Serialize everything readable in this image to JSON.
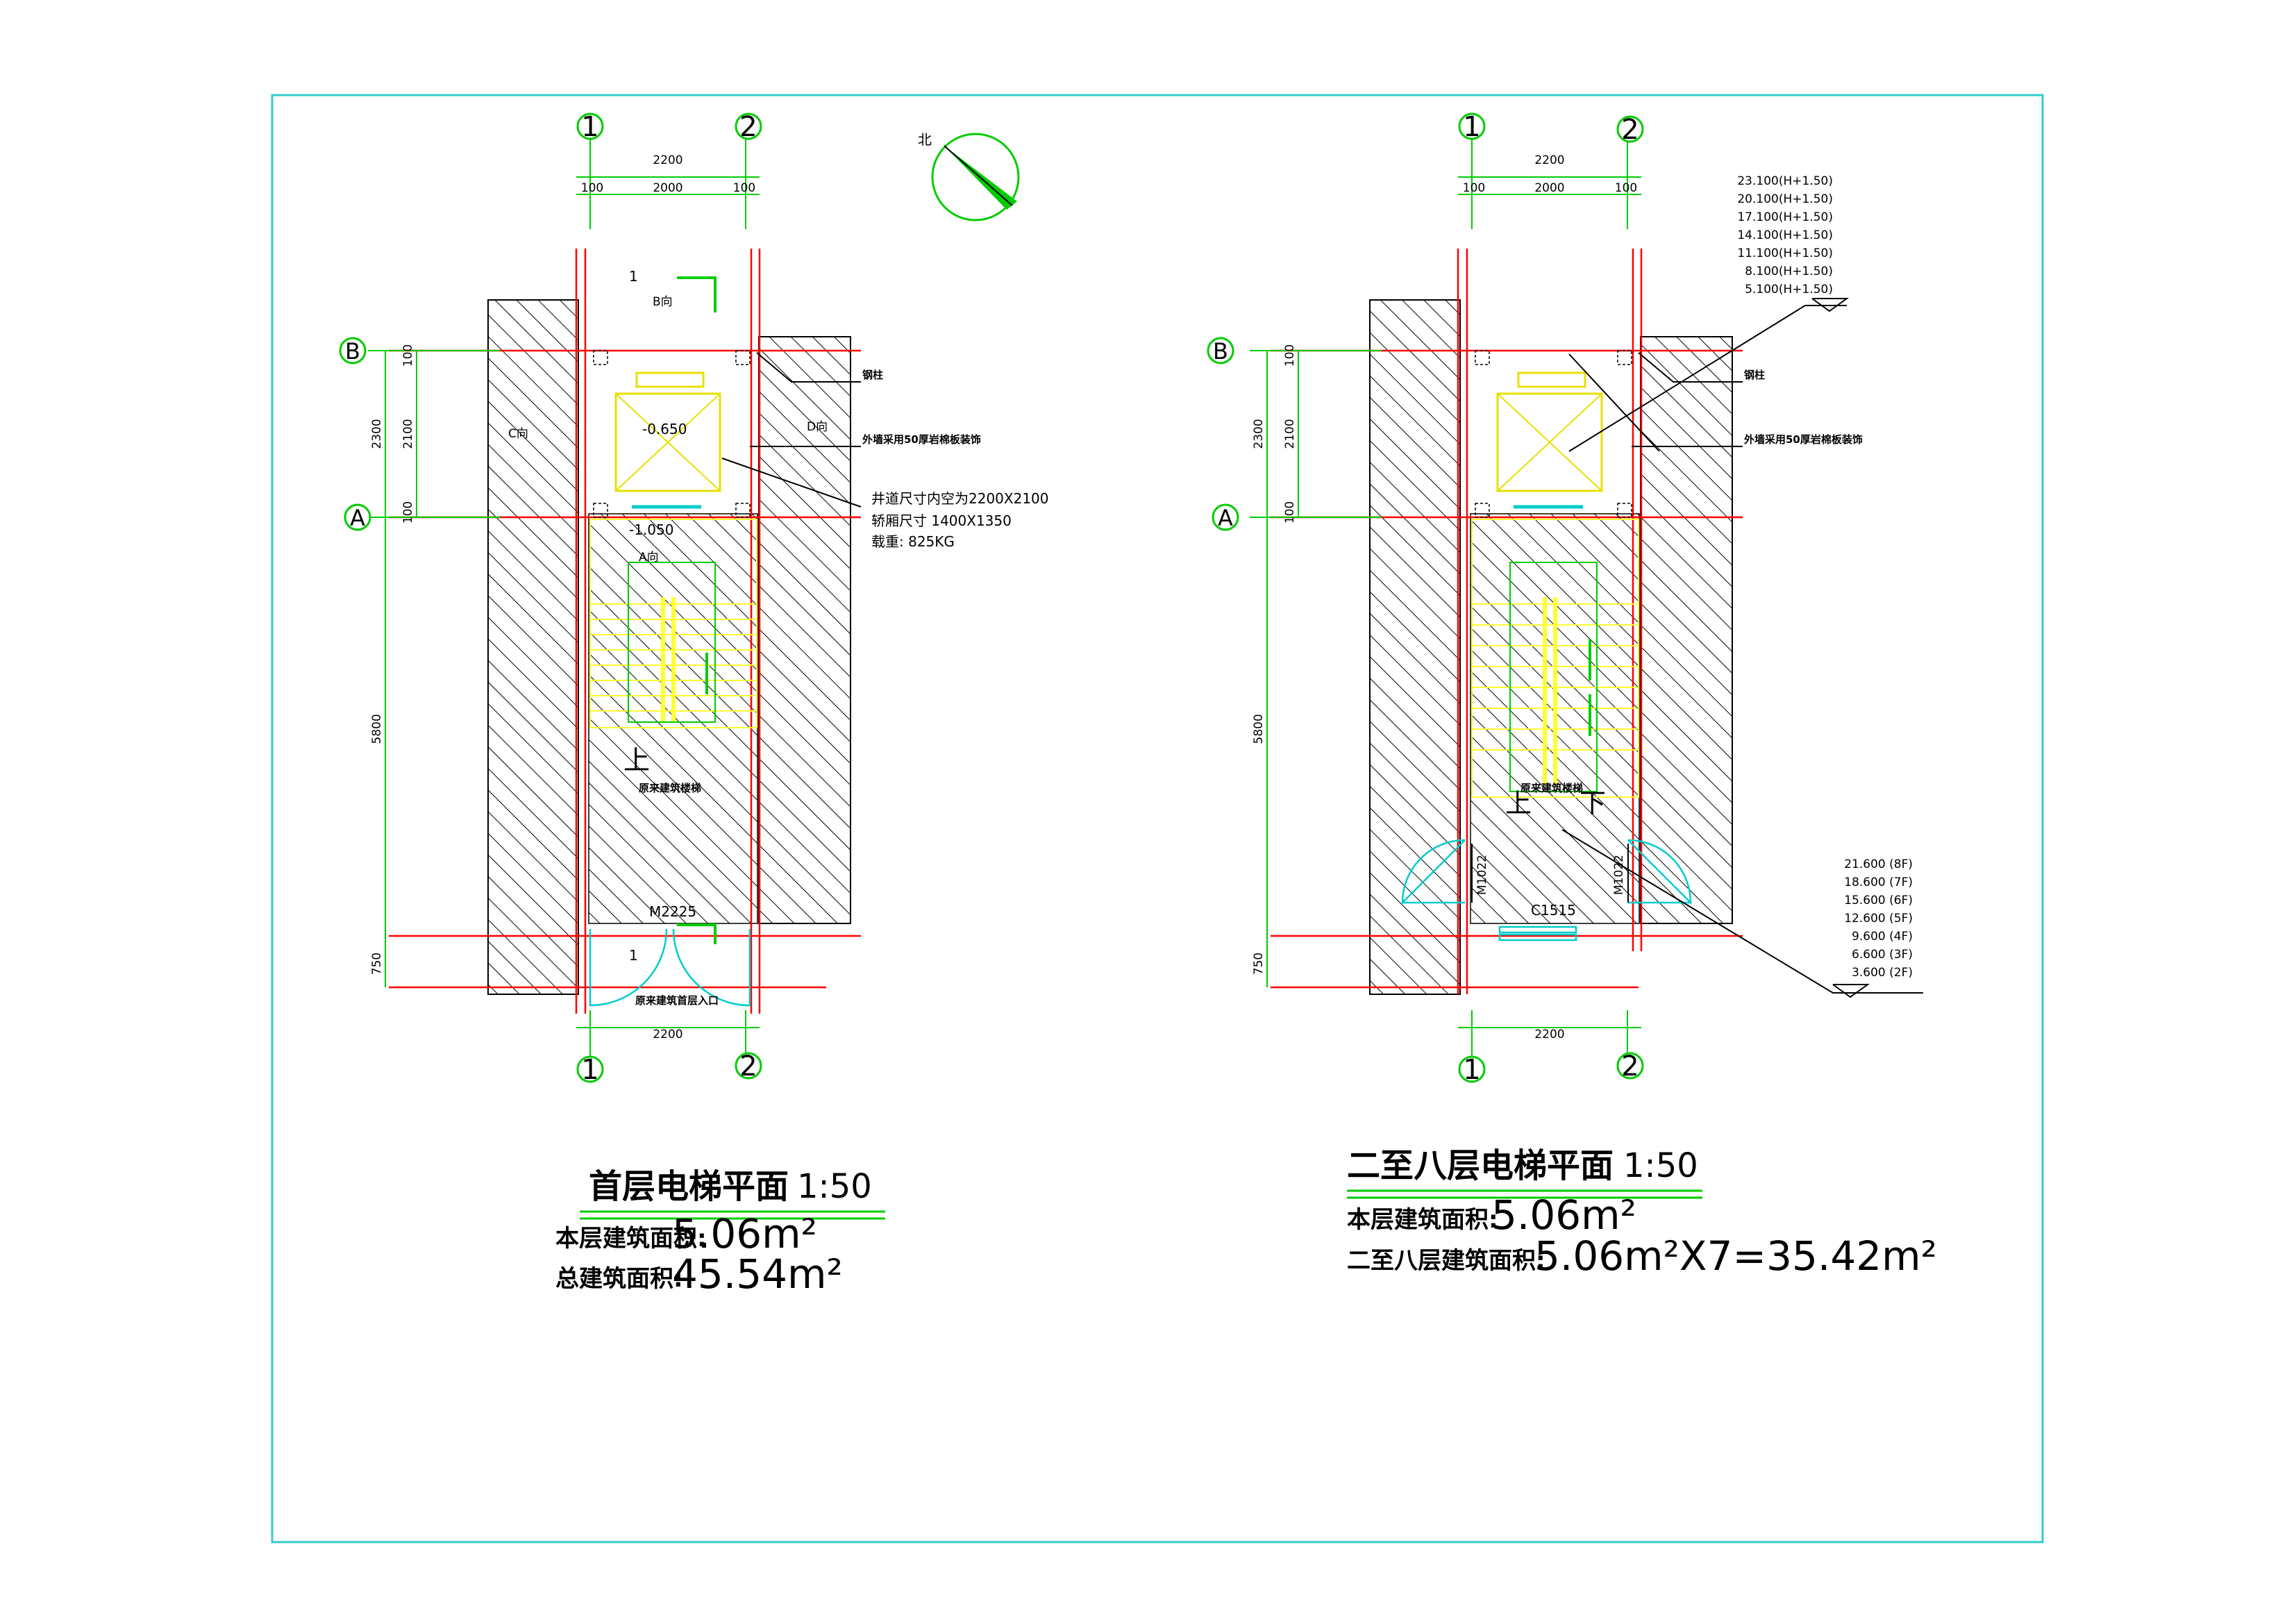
{
  "north": {
    "label": "北"
  },
  "left": {
    "axis_top": [
      "1",
      "2"
    ],
    "axis_bottom": [
      "1",
      "2"
    ],
    "axis_side": [
      "B",
      "A"
    ],
    "dim_top_total": "2200",
    "dim_top_parts": [
      "100",
      "2000",
      "100"
    ],
    "dim_bottom": "2200",
    "dim_side": [
      "2300",
      "2100",
      "100",
      "100",
      "5800",
      "750"
    ],
    "section_top": "1",
    "section_bottom": "1",
    "view_b": "B向",
    "view_c": "C向",
    "view_d": "D向",
    "view_a": "A向",
    "elev_pit": "-0.650",
    "elev_landing": "-1.050",
    "label_column": "钢柱",
    "label_wall": "外墙采用50厚岩棉板装饰",
    "shaft_note_1": "井道尺寸内空为2200X2100",
    "shaft_note_2": "轿厢尺寸 1400X1350",
    "shaft_note_3": "载重: 825KG",
    "stair_up": "上",
    "stair_label": "原来建筑楼梯",
    "door_code": "M2225",
    "entrance_label": "原来建筑首层入口",
    "title": "首层电梯平面",
    "scale": "1:50",
    "area1_label": "本层建筑面积:",
    "area1_value": "5.06m²",
    "area2_label": "总建筑面积:",
    "area2_value": "45.54m²"
  },
  "right": {
    "axis_top": [
      "1",
      "2"
    ],
    "axis_bottom": [
      "1",
      "2"
    ],
    "axis_side": [
      "B",
      "A"
    ],
    "dim_top_total": "2200",
    "dim_top_parts": [
      "100",
      "2000",
      "100"
    ],
    "dim_bottom": "2200",
    "dim_side": [
      "2300",
      "2100",
      "100",
      "100",
      "5800",
      "750"
    ],
    "elevations_top": [
      "23.100(H+1.50)",
      "20.100(H+1.50)",
      "17.100(H+1.50)",
      "14.100(H+1.50)",
      "11.100(H+1.50)",
      "8.100(H+1.50)",
      "5.100(H+1.50)"
    ],
    "elevations_floor": [
      "21.600 (8F)",
      "18.600 (7F)",
      "15.600 (6F)",
      "12.600 (5F)",
      "9.600 (4F)",
      "6.600 (3F)",
      "3.600 (2F)"
    ],
    "label_column": "钢柱",
    "label_wall": "外墙采用50厚岩棉板装饰",
    "stair_up": "上",
    "stair_down": "下",
    "stair_label": "原来建筑楼梯",
    "door_left": "M1022",
    "door_right": "M1022",
    "window_code": "C1515",
    "title": "二至八层电梯平面",
    "scale": "1:50",
    "area1_label": "本层建筑面积:",
    "area1_value": "5.06m²",
    "area2_label": "二至八层建筑面积:",
    "area2_value": "5.06m²X7=35.42m²"
  },
  "colors": {
    "border": "#33cccc",
    "dim": "#00cc00",
    "wall": "#ff0000",
    "shaft": "#e8e000",
    "stair": "#ffff33",
    "glass": "#00cccc"
  }
}
